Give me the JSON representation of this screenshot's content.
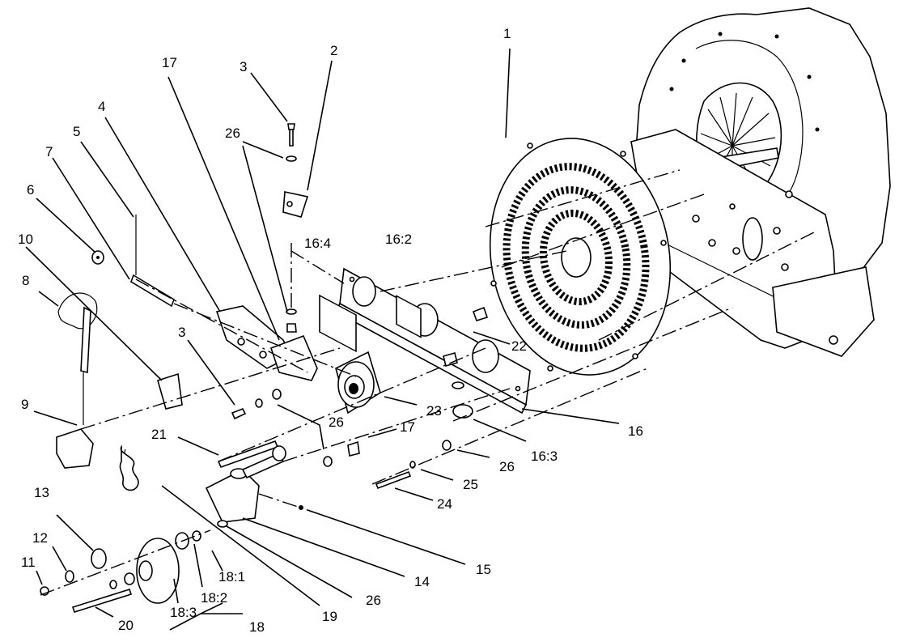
{
  "callouts": {
    "c1": "1",
    "c2": "2",
    "c3a": "3",
    "c3b": "3",
    "c4": "4",
    "c5": "5",
    "c6": "6",
    "c7": "7",
    "c8": "8",
    "c9": "9",
    "c10": "10",
    "c11": "11",
    "c12": "12",
    "c13": "13",
    "c14": "14",
    "c15": "15",
    "c16": "16",
    "c16_2": "16:2",
    "c16_3": "16:3",
    "c16_4": "16:4",
    "c17a": "17",
    "c17b": "17",
    "c18": "18",
    "c18_1": "18:1",
    "c18_2": "18:2",
    "c18_3": "18:3",
    "c19": "19",
    "c20": "20",
    "c21": "21",
    "c22": "22",
    "c23": "23",
    "c24": "24",
    "c25": "25",
    "c26a": "26",
    "c26b": "26",
    "c26c": "26",
    "c26d": "26"
  }
}
